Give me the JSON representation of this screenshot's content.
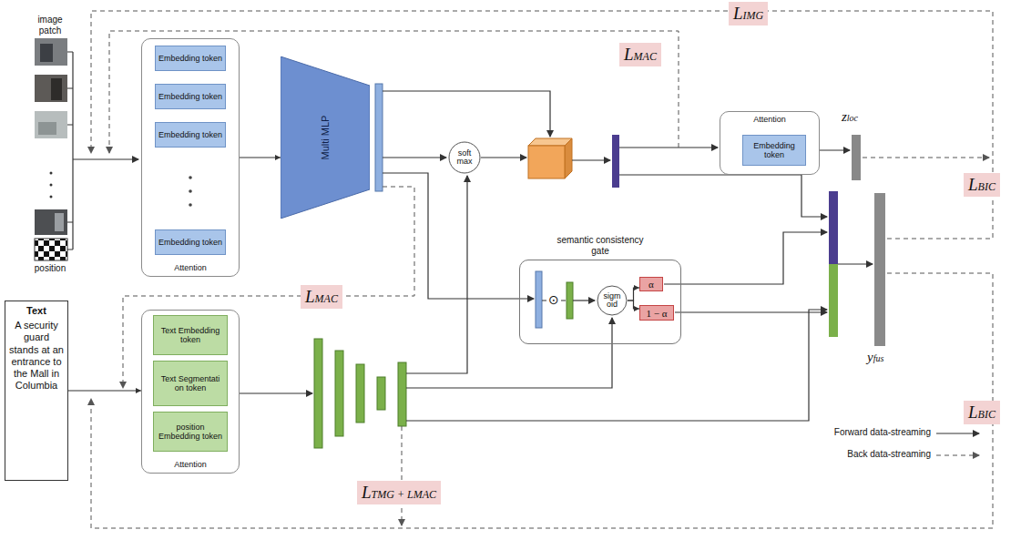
{
  "diagram": {
    "nodes": [
      {
        "text": [
          "Attention"
        ]
      },
      {
        "text": [
          "Embedding token"
        ],
        "in": 0
      },
      {
        "text": [
          "Embedding token"
        ],
        "in": 0
      },
      {
        "text": [
          "Embedding token"
        ],
        "in": 0
      },
      {
        "text": [
          "Embedding token"
        ],
        "in": 0
      },
      {
        "text": [
          "Multi MLP"
        ]
      },
      {
        "text": [
          "soft max"
        ]
      },
      {
        "text": [
          "Attention"
        ]
      },
      {
        "text": [
          "Embedding token"
        ],
        "in": 7
      },
      {
        "text": [
          "semantic consistency gate"
        ]
      },
      {
        "text": [
          "sigm oid"
        ],
        "in": 9
      },
      {
        "text": [
          "α"
        ],
        "in": 9
      },
      {
        "text": [
          "1 − α"
        ],
        "in": 9
      },
      {
        "text": [
          "Text",
          "A security guard stands at an entrance to the Mall in Columbia"
        ]
      },
      {
        "text": [
          "Attention"
        ]
      },
      {
        "text": [
          "Text Embedding token"
        ],
        "in": 14
      },
      {
        "text": [
          "Text Segmentati on token"
        ],
        "in": 14
      },
      {
        "text": [
          "position Embedding token"
        ],
        "in": 14
      }
    ],
    "edges": [
      {
        "from": 13,
        "to": 14,
        "arrow": "to"
      },
      {
        "from": 0,
        "to": 5,
        "arrow": "to"
      },
      {
        "from": 10,
        "to": 11,
        "arrow": "to"
      },
      {
        "from": 10,
        "to": 12,
        "arrow": "to"
      }
    ],
    "labels": [
      "image patch",
      "position",
      "LIMG",
      "LMAC",
      "LMAC",
      "LTMG + LMAC",
      "LBIC",
      "LBIC",
      "zloc",
      "yfus",
      "⊙"
    ],
    "legend": [
      {
        "text": "Forward data-streaming"
      },
      {
        "text": "Back data-streaming"
      }
    ]
  }
}
